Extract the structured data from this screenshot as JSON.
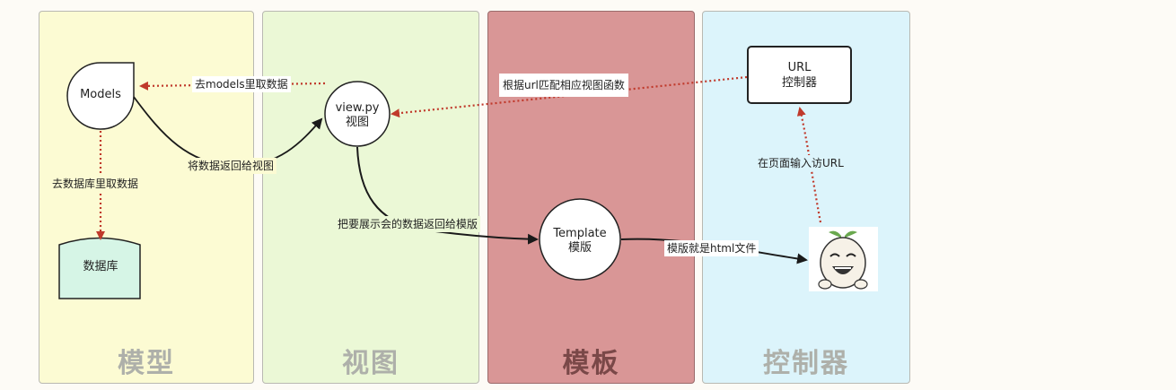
{
  "lanes": {
    "model": "模型",
    "view": "视图",
    "template": "模板",
    "controller": "控制器"
  },
  "nodes": {
    "models": "Models",
    "database": "数据库",
    "view_line1": "view.py",
    "view_line2": "视图",
    "template_line1": "Template",
    "template_line2": "模版",
    "url_line1": "URL",
    "url_line2": "控制器"
  },
  "edges": {
    "fetch_models": "去models里取数据",
    "fetch_db": "去数据库里取数据",
    "return_to_view": "将数据返回给视图",
    "url_match": "根据url匹配相应视图函数",
    "to_template": "把要展示会的数据返回给模版",
    "template_is_html": "模版就是html文件",
    "input_url": "在页面输入访URL"
  },
  "colors": {
    "model_lane": "#fcfbd3",
    "view_lane": "#ebf8d6",
    "template_lane": "#d99696",
    "controller_lane": "#dcf4fb",
    "database_fill": "#d6f5e6",
    "dotted_arrow": "#c0392b",
    "solid_arrow": "#1a1a1a"
  },
  "icons": {
    "user": "user-face-meme-icon"
  }
}
